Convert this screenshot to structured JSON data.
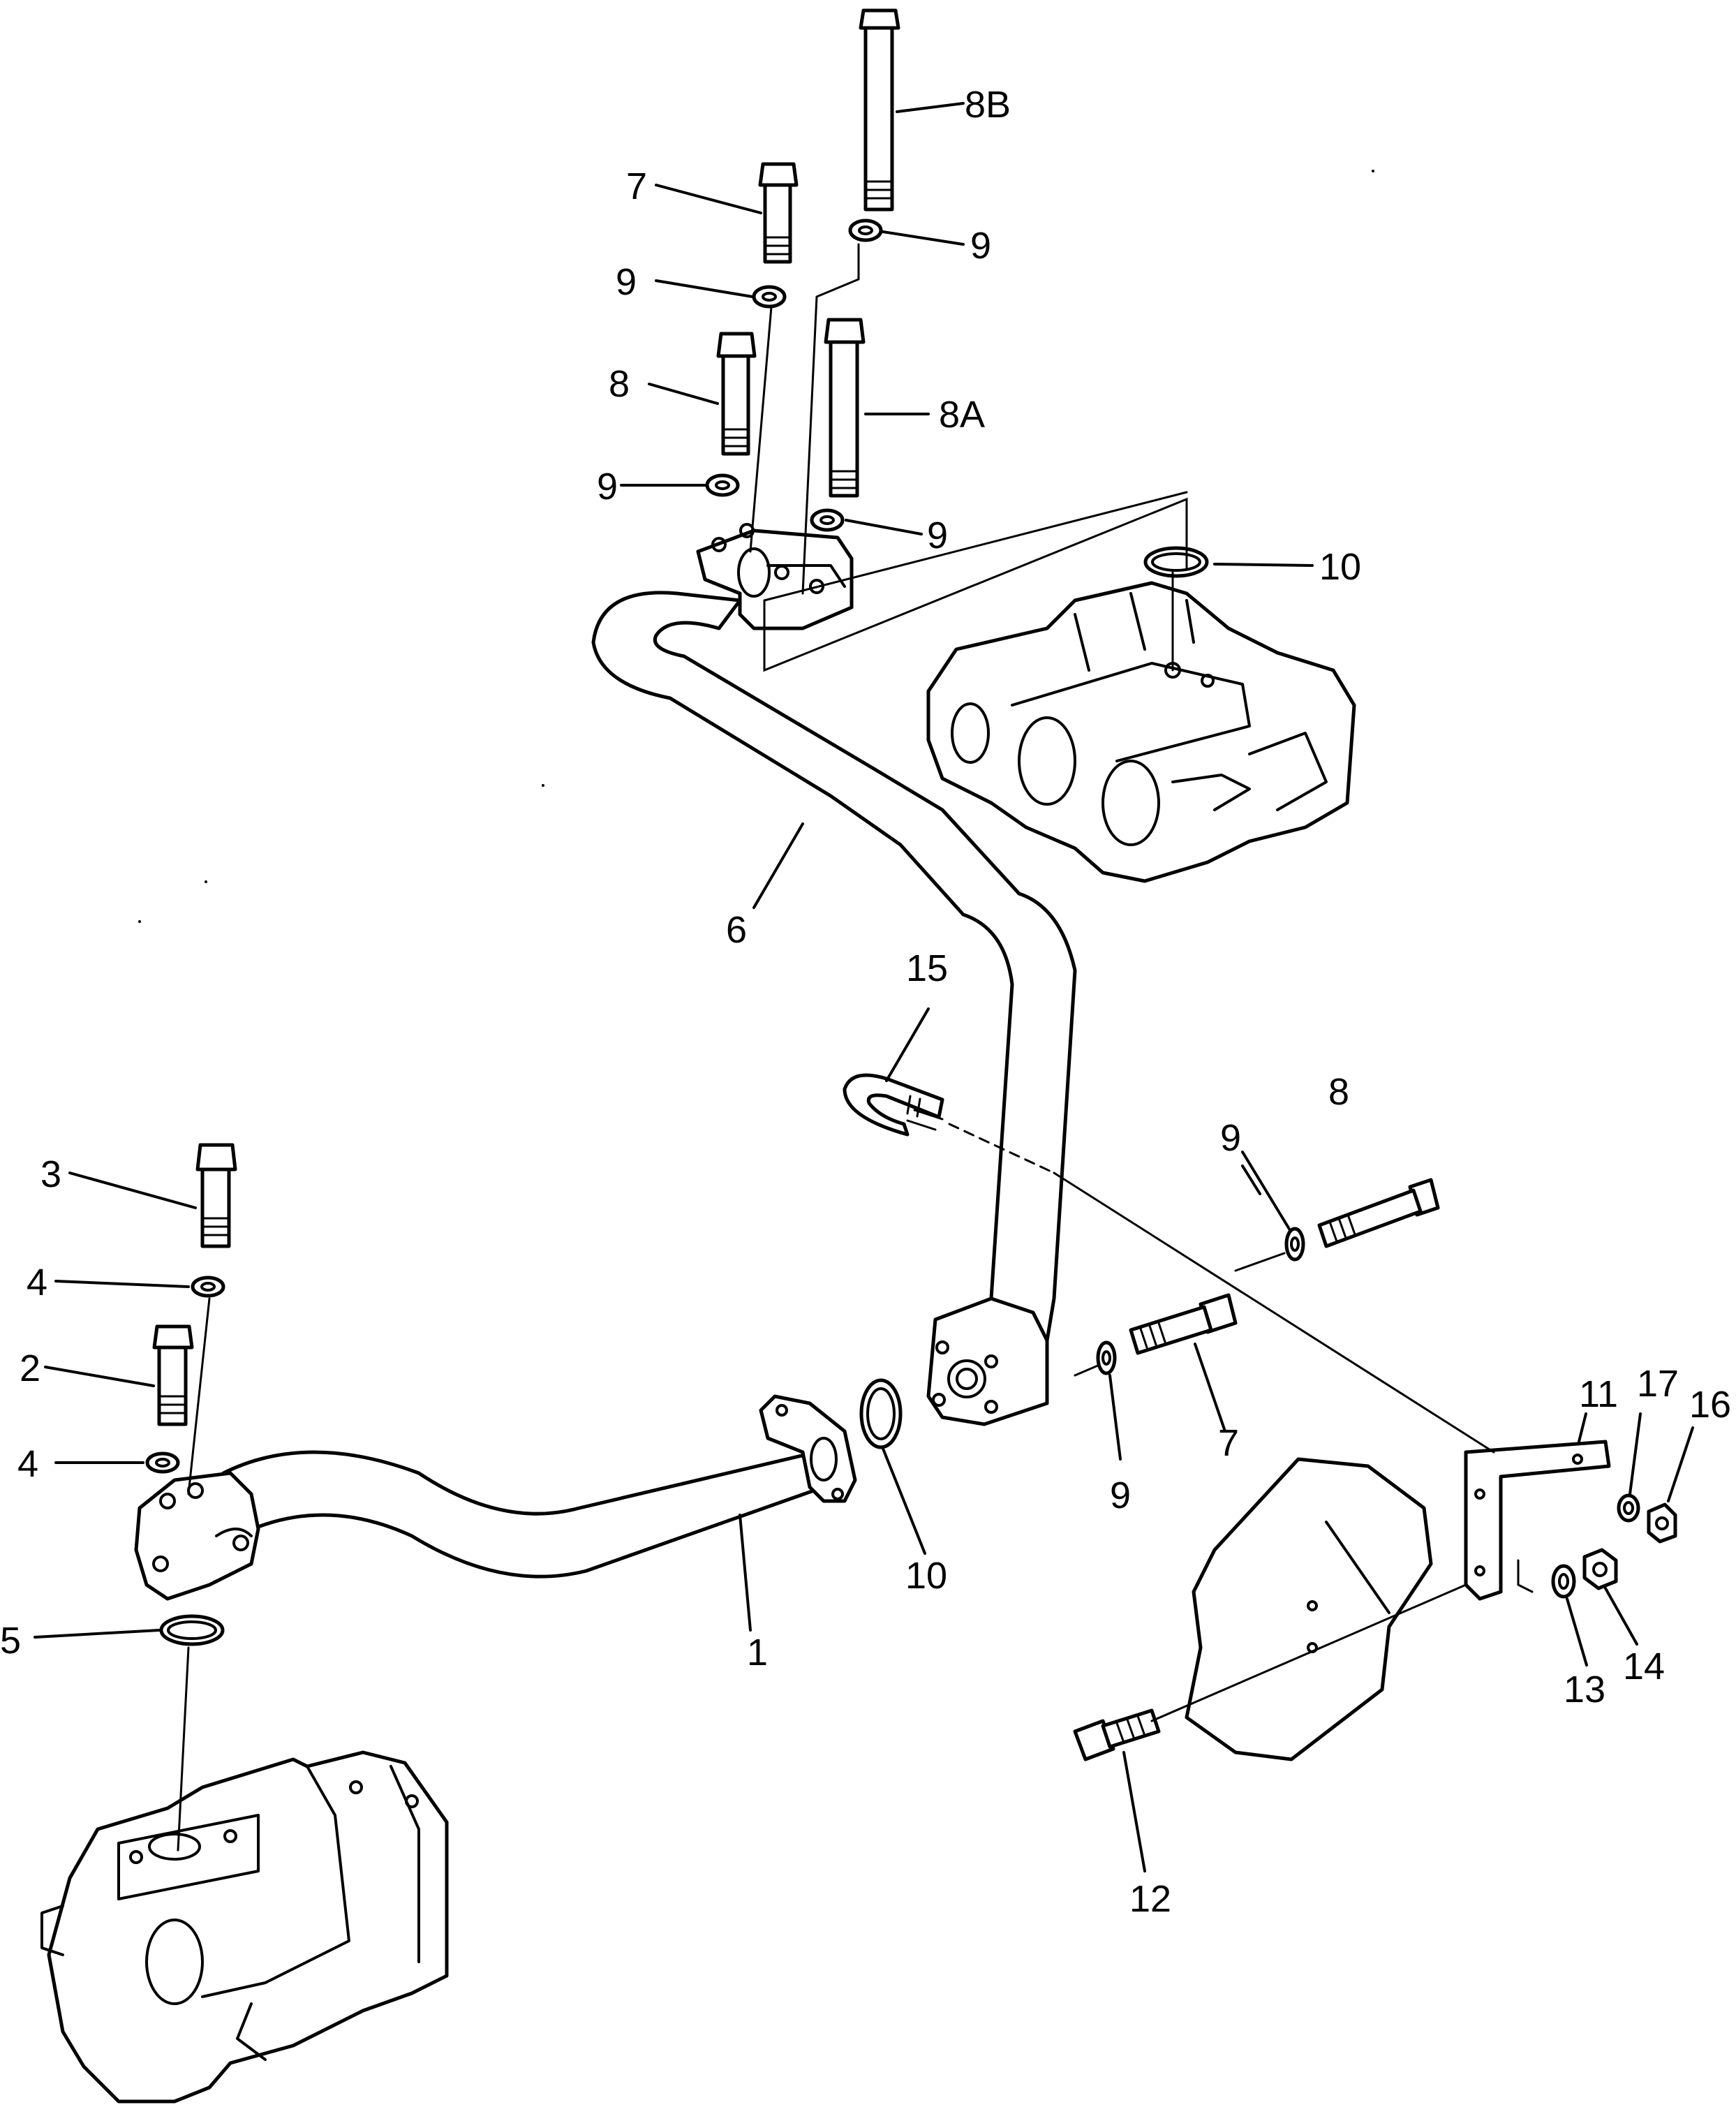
{
  "callouts": {
    "c1": "1",
    "c2": "2",
    "c3": "3",
    "c4": "4",
    "c5": "5",
    "c6": "6",
    "c7": "7",
    "c8": "8",
    "c8a": "8A",
    "c8b": "8B",
    "c9": "9",
    "c10": "10",
    "c11": "11",
    "c12": "12",
    "c13": "13",
    "c14": "14",
    "c15": "15",
    "c16": "16",
    "c17": "17"
  }
}
